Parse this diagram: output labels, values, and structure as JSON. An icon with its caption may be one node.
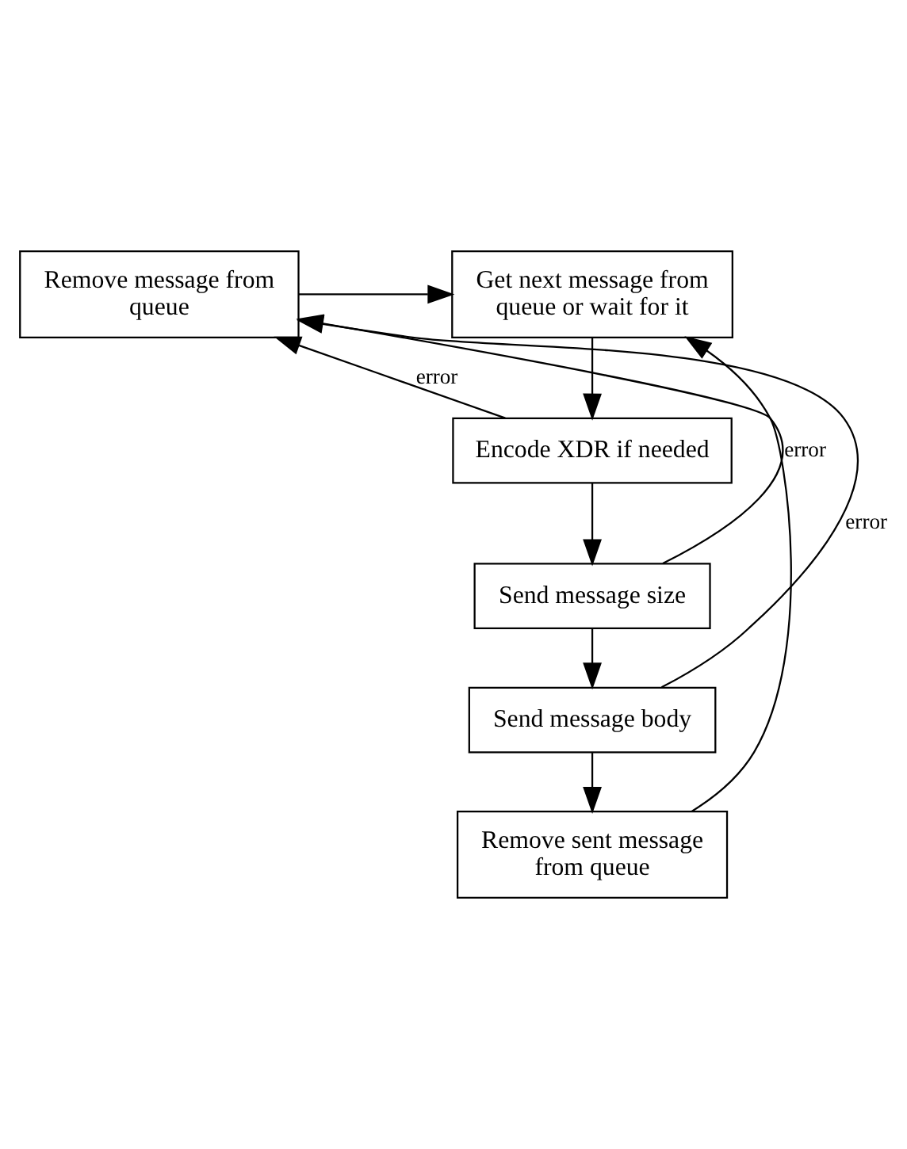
{
  "diagram": {
    "nodes": [
      {
        "text": [
          "Get next message from queue or wait for it"
        ]
      },
      {
        "text": [
          "Remove message from queue"
        ]
      },
      {
        "text": [
          "Encode XDR if needed"
        ]
      },
      {
        "text": [
          "Send message size"
        ]
      },
      {
        "text": [
          "Send message body"
        ]
      },
      {
        "text": [
          "Remove sent message from queue"
        ]
      }
    ],
    "edges": [
      {
        "from": 1,
        "to": 0,
        "arrow": "to"
      },
      {
        "from": 0,
        "to": 2,
        "arrow": "to"
      },
      {
        "from": 2,
        "to": 3,
        "arrow": "to"
      },
      {
        "from": 3,
        "to": 4,
        "arrow": "to"
      },
      {
        "from": 4,
        "to": 5,
        "arrow": "to"
      },
      {
        "from": 2,
        "to": 1,
        "arrow": "to",
        "label": "error"
      },
      {
        "from": 3,
        "to": 1,
        "arrow": "to",
        "label": "error"
      },
      {
        "from": 4,
        "to": 1,
        "arrow": "to",
        "label": "error"
      },
      {
        "from": 5,
        "to": 0,
        "arrow": "to"
      }
    ]
  }
}
